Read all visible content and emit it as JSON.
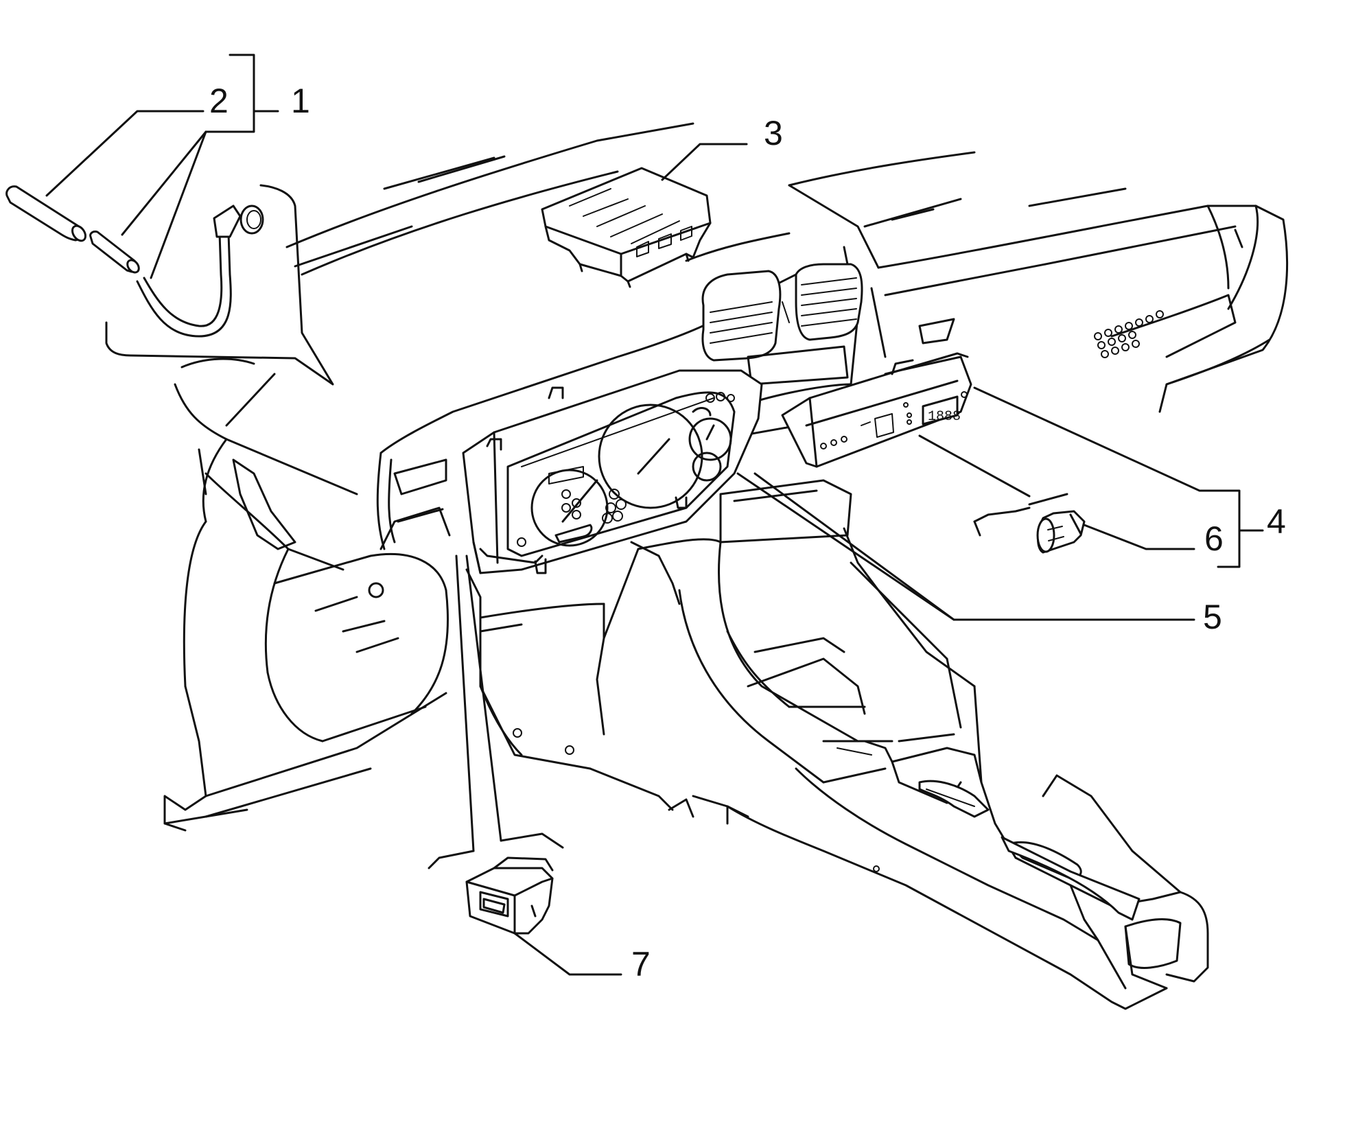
{
  "diagram": {
    "colors": {
      "ink": "#111111",
      "paper": "#ffffff"
    },
    "callouts": [
      {
        "id": "1",
        "label": "1"
      },
      {
        "id": "2",
        "label": "2"
      },
      {
        "id": "3",
        "label": "3"
      },
      {
        "id": "4",
        "label": "4"
      },
      {
        "id": "5",
        "label": "5"
      },
      {
        "id": "6",
        "label": "6"
      },
      {
        "id": "7",
        "label": "7"
      }
    ],
    "clock_display": "1888"
  }
}
